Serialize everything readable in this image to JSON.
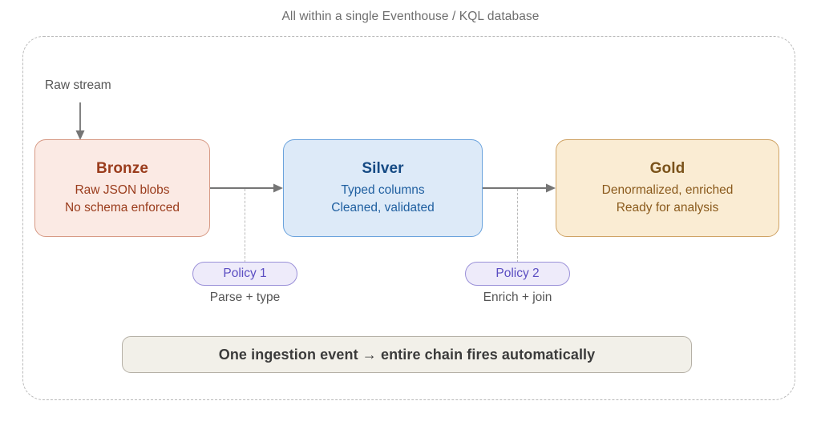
{
  "caption": "All within a single Eventhouse / KQL database",
  "source": {
    "label": "Raw stream",
    "arrow_icon": "arrow-down-icon"
  },
  "layers": [
    {
      "id": "bronze",
      "title": "Bronze",
      "lines": [
        "Raw JSON blobs",
        "No schema enforced"
      ],
      "fill": "#fbeae4",
      "border": "#d79a85",
      "text": "#9a3c1c"
    },
    {
      "id": "silver",
      "title": "Silver",
      "lines": [
        "Typed columns",
        "Cleaned, validated"
      ],
      "fill": "#ddeaf8",
      "border": "#6ba3dd",
      "text": "#1f5fa0"
    },
    {
      "id": "gold",
      "title": "Gold",
      "lines": [
        "Denormalized, enriched",
        "Ready for analysis"
      ],
      "fill": "#faecd3",
      "border": "#cfa365",
      "text": "#8a5a1c"
    }
  ],
  "flow_arrows": [
    {
      "id": "bronze-to-silver",
      "icon": "arrow-right-icon"
    },
    {
      "id": "silver-to-gold",
      "icon": "arrow-right-icon"
    }
  ],
  "policies": [
    {
      "id": "policy-1",
      "pill": "Policy 1",
      "subtitle": "Parse + type"
    },
    {
      "id": "policy-2",
      "pill": "Policy 2",
      "subtitle": "Enrich + join"
    }
  ],
  "summary": "One ingestion event → entire chain fires automatically",
  "colors": {
    "boundary_dash": "#b9b9b9",
    "arrow_gray": "#757575",
    "policy_accent": "#5b4ec2",
    "policy_fill": "#eeebfa",
    "summary_fill": "#f2f0e9",
    "summary_border": "#b5b0a6",
    "caption_text": "#6e6e6e"
  }
}
